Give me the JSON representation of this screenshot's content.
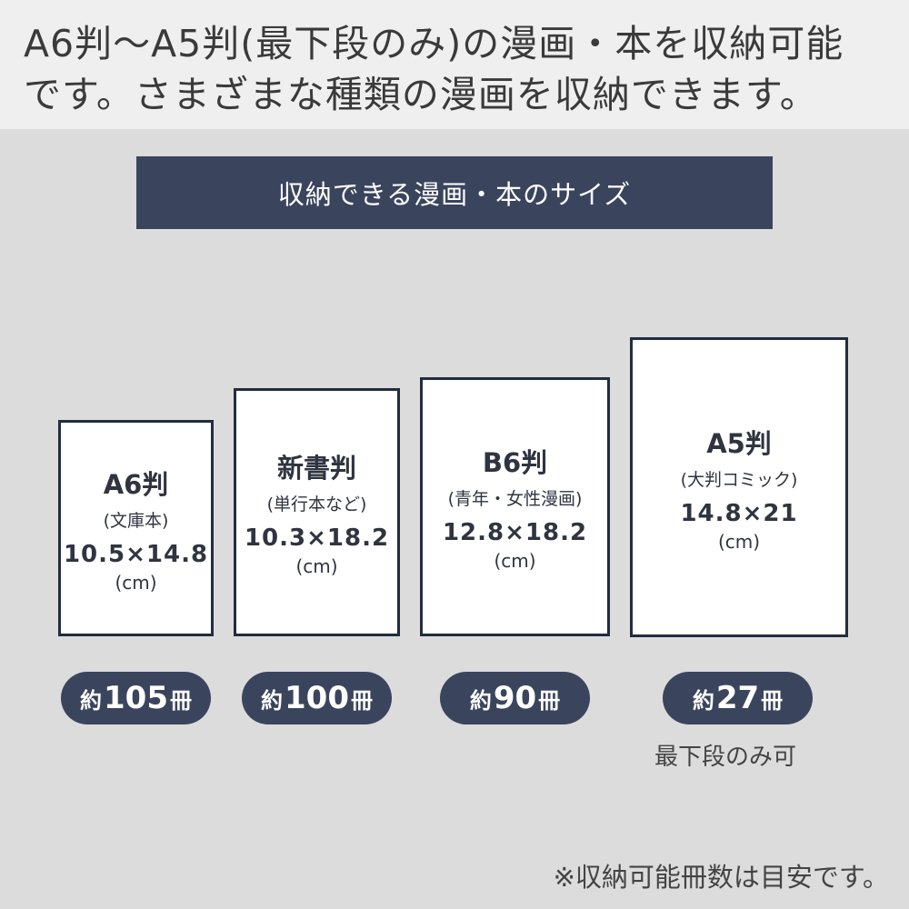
{
  "header": {
    "line1": "A6判〜A5判(最下段のみ)の漫画・本を収納可能",
    "line2": "です。さまざまな種類の漫画を収納できます。"
  },
  "banner": {
    "title": "収納できる漫画・本のサイズ"
  },
  "sizes": [
    {
      "name": "A6判",
      "sub": "(文庫本)",
      "dims": "10.5×14.8",
      "unit": "(cm)",
      "count_prefix": "約",
      "count": "105",
      "count_suffix": "冊"
    },
    {
      "name": "新書判",
      "sub": "(単行本など)",
      "dims": "10.3×18.2",
      "unit": "(cm)",
      "count_prefix": "約",
      "count": "100",
      "count_suffix": "冊"
    },
    {
      "name": "B6判",
      "sub": "(青年・女性漫画)",
      "dims": "12.8×18.2",
      "unit": "(cm)",
      "count_prefix": "約",
      "count": "90",
      "count_suffix": "冊"
    },
    {
      "name": "A5判",
      "sub": "(大判コミック)",
      "dims": "14.8×21",
      "unit": "(cm)",
      "count_prefix": "約",
      "count": "27",
      "count_suffix": "冊"
    }
  ],
  "a5_note": "最下段のみ可",
  "footnote": "※収納可能冊数は目安です。",
  "colors": {
    "banner": "#3a455d",
    "border": "#232c3f",
    "background": "#dcdcdc",
    "header_bg": "#efefef"
  }
}
